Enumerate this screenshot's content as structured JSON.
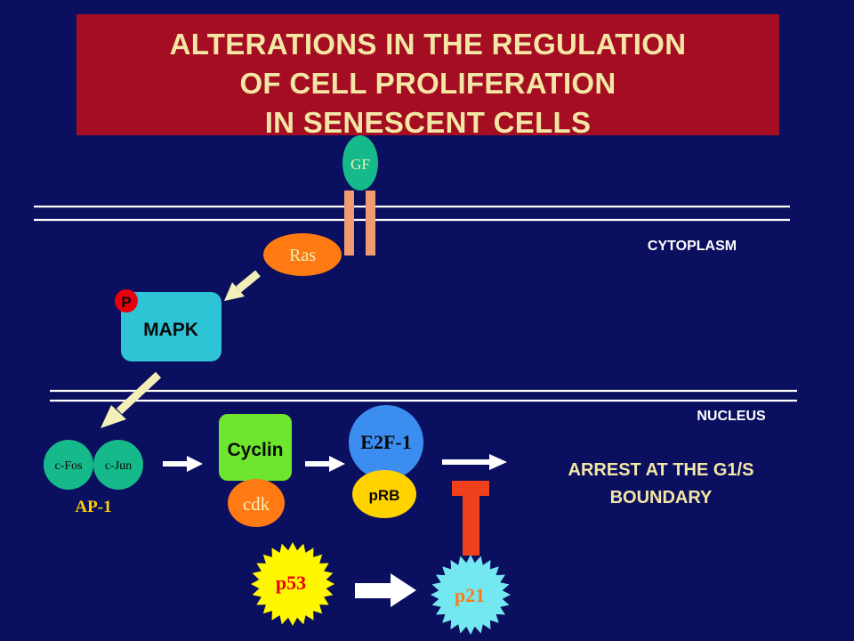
{
  "title": {
    "lines": [
      "ALTERATIONS IN THE REGULATION",
      "OF CELL PROLIFERATION",
      "IN SENESCENT CELLS"
    ]
  },
  "regions": {
    "cytoplasm": "CYTOPLASM",
    "nucleus": "NUCLEUS"
  },
  "nodes": {
    "gf": "GF",
    "ras": "Ras",
    "phospho": "P",
    "mapk": "MAPK",
    "cfos": "c-Fos",
    "cjun": "c-Jun",
    "ap1": "AP-1",
    "cyclin": "Cyclin",
    "cdk": "cdk",
    "e2f1": "E2F-1",
    "prb": "pRB",
    "p53": "p53",
    "p21": "p21"
  },
  "outcome": {
    "lines": [
      "ARREST AT THE G1/S",
      "BOUNDARY"
    ]
  },
  "colors": {
    "background": "#0b0f5f",
    "title_box": "#a50e22",
    "title_text": "#f4e7a6",
    "membrane": "#ffffff",
    "teal": "#16b98a",
    "orange": "#ff7a12",
    "cyan_box": "#2ec4d6",
    "green_box": "#6ee62e",
    "blue": "#3b8ef0",
    "yellow_label": "#ffd200",
    "receptor": "#f09a72",
    "arrow_pale": "#f2f0b8",
    "inhibitor": "#f0401c",
    "p21_fill": "#74e8f0"
  }
}
